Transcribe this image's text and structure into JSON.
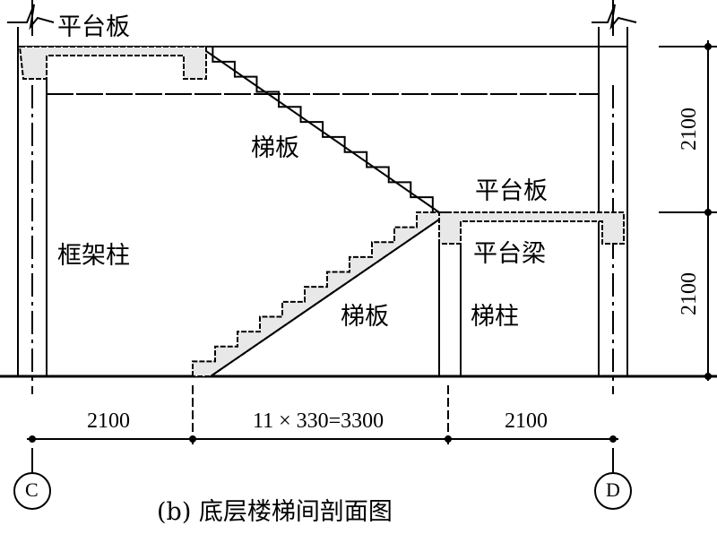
{
  "labels": {
    "top_landing_slab": "平台板",
    "upper_flight": "梯板",
    "frame_column": "框架柱",
    "lower_flight": "梯板",
    "mid_landing_slab": "平台板",
    "landing_beam": "平台梁",
    "stair_column": "梯柱"
  },
  "dimensions": {
    "horizontal": [
      "2100",
      "11 × 330=3300",
      "2100"
    ],
    "vertical": [
      "2100",
      "2100"
    ]
  },
  "axes": {
    "left": "C",
    "right": "D"
  },
  "caption": "(b)  底层楼梯间剖面图",
  "steps": {
    "count": 11
  }
}
